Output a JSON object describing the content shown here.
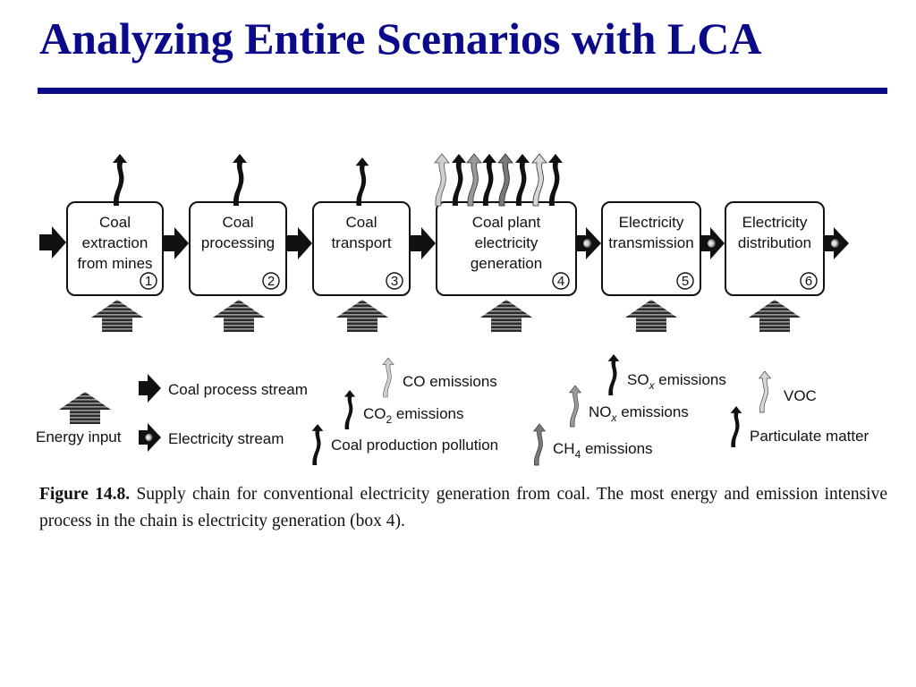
{
  "slide": {
    "title": "Analyzing Entire Scenarios with LCA"
  },
  "diagram": {
    "boxes": [
      {
        "lines": [
          "Coal",
          "extraction",
          "from mines"
        ],
        "number": "1"
      },
      {
        "lines": [
          "Coal",
          "processing"
        ],
        "number": "2"
      },
      {
        "lines": [
          "Coal",
          "transport"
        ],
        "number": "3"
      },
      {
        "lines": [
          "Coal plant",
          "electricity",
          "generation"
        ],
        "number": "4"
      },
      {
        "lines": [
          "Electricity",
          "transmission"
        ],
        "number": "5"
      },
      {
        "lines": [
          "Electricity",
          "distribution"
        ],
        "number": "6"
      }
    ],
    "legend": {
      "energy_input": "Energy input",
      "coal_process_stream": "Coal process stream",
      "electricity_stream": "Electricity stream",
      "co": "CO emissions",
      "co2_main": "CO",
      "co2_sub": "2",
      "co2_rest": " emissions",
      "coal_pollution": "Coal production pollution",
      "nox_main": "NO",
      "nox_sub": "x",
      "nox_rest": " emissions",
      "ch4_main": "CH",
      "ch4_sub": "4",
      "ch4_rest": " emissions",
      "sox_main": "SO",
      "sox_sub": "x",
      "sox_rest": " emissions",
      "voc": "VOC",
      "particulate": "Particulate matter"
    },
    "colors": {
      "box_stroke": "#111111",
      "arrow_dark": "#111111",
      "arrow_gray": "#8a8a8a",
      "arrow_light": "#c8c8c8",
      "title_blue": "#0a0a8a"
    }
  },
  "caption": {
    "label": "Figure 14.8.",
    "text": "Supply chain for conventional electricity generation from coal. The most energy and emission intensive process in the chain is electricity generation (box 4)."
  }
}
